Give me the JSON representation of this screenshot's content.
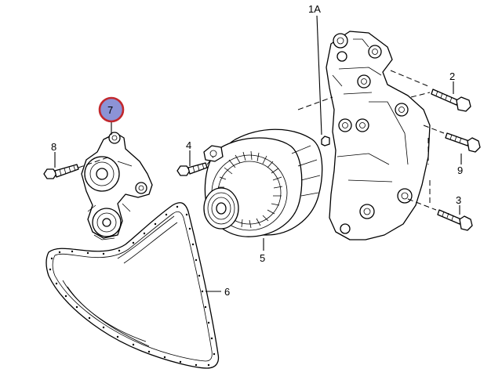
{
  "callouts": {
    "c1a": "1A",
    "c2": "2",
    "c3": "3",
    "c4": "4",
    "c5": "5",
    "c6": "6",
    "c7": "7",
    "c8": "8",
    "c9": "9"
  },
  "colors": {
    "highlight_fill": "#8c93d6",
    "highlight_ring": "#c2282d",
    "line": "#000000"
  }
}
